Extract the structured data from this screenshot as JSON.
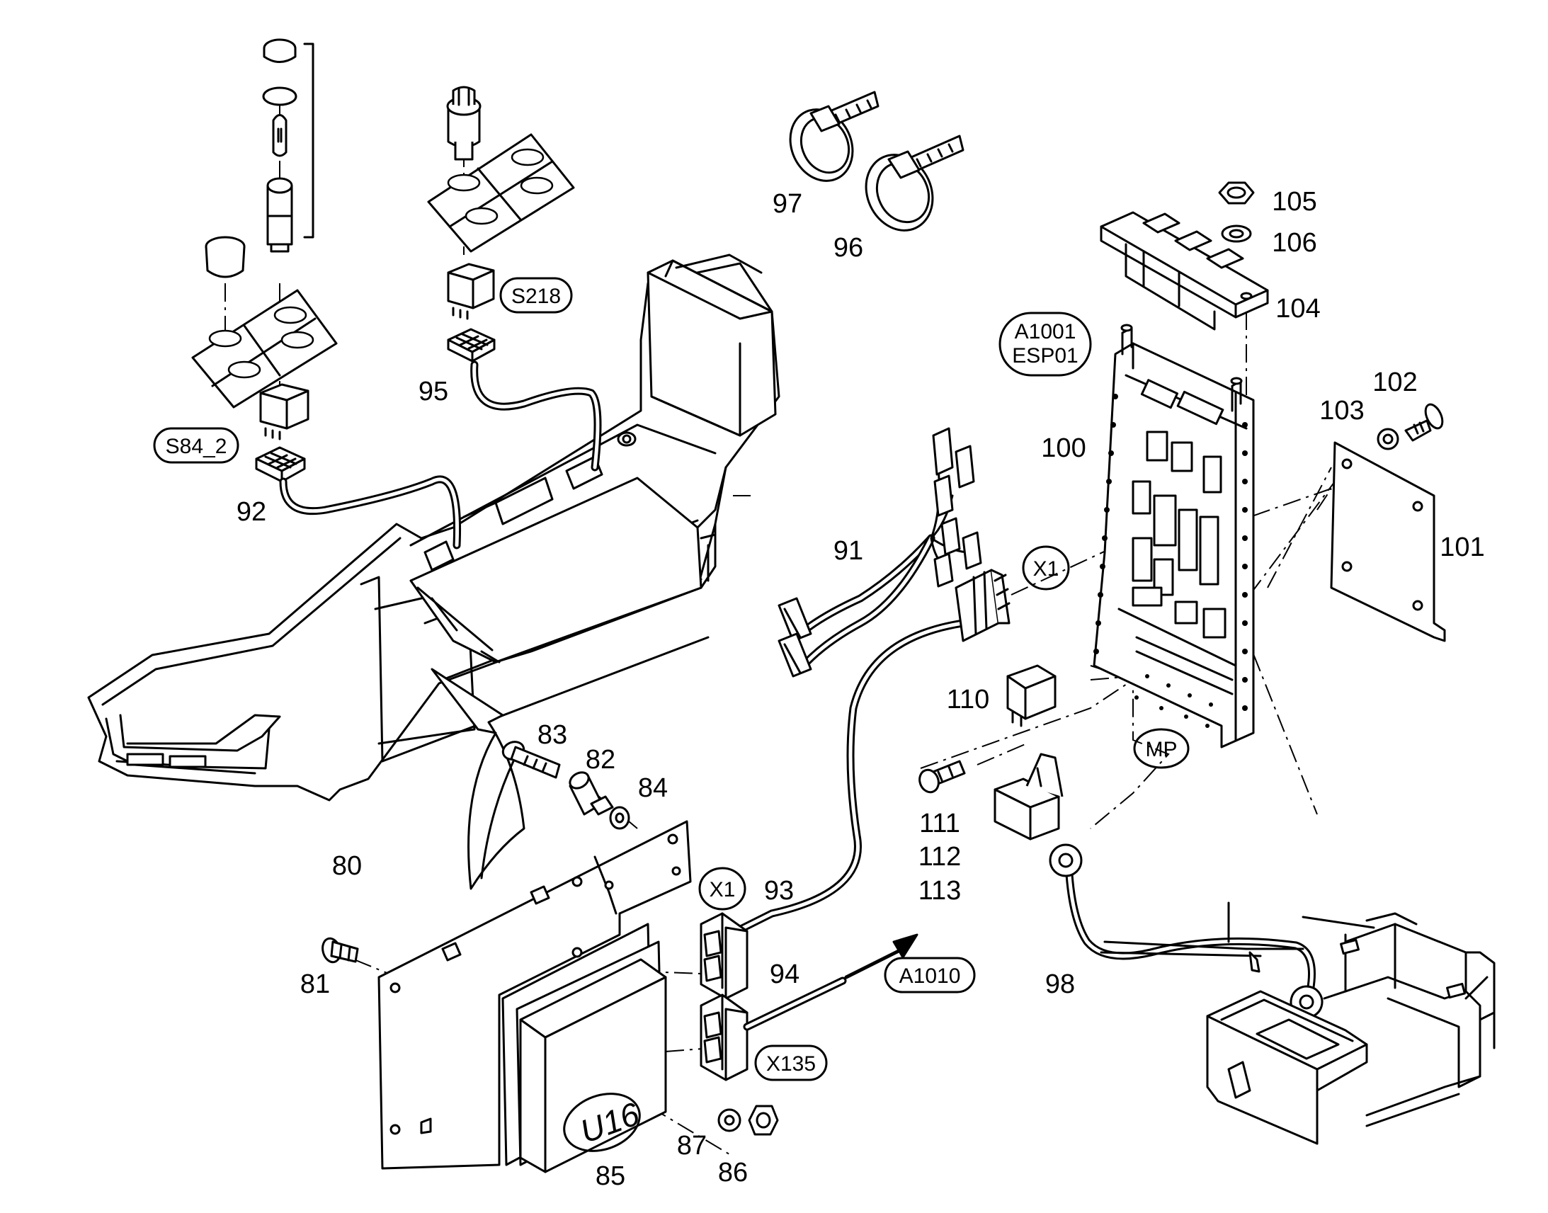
{
  "tags": {
    "a1001": "A1001",
    "esp01": "ESP01",
    "s218": "S218",
    "s84_2": "S84_2",
    "x1_right": "X1",
    "x1_left": "X1",
    "mp": "MP",
    "a1010": "A1010",
    "x135": "X135",
    "u16": "U16"
  },
  "callouts": {
    "c80": "80",
    "c81": "81",
    "c82": "82",
    "c83": "83",
    "c84": "84",
    "c85": "85",
    "c86": "86",
    "c87": "87",
    "c91": "91",
    "c92": "92",
    "c93": "93",
    "c94": "94",
    "c95": "95",
    "c96": "96",
    "c97": "97",
    "c98": "98",
    "c100": "100",
    "c101": "101",
    "c102": "102",
    "c103": "103",
    "c104": "104",
    "c105": "105",
    "c106": "106",
    "c110": "110",
    "c111": "111",
    "c112": "112",
    "c113": "113"
  }
}
